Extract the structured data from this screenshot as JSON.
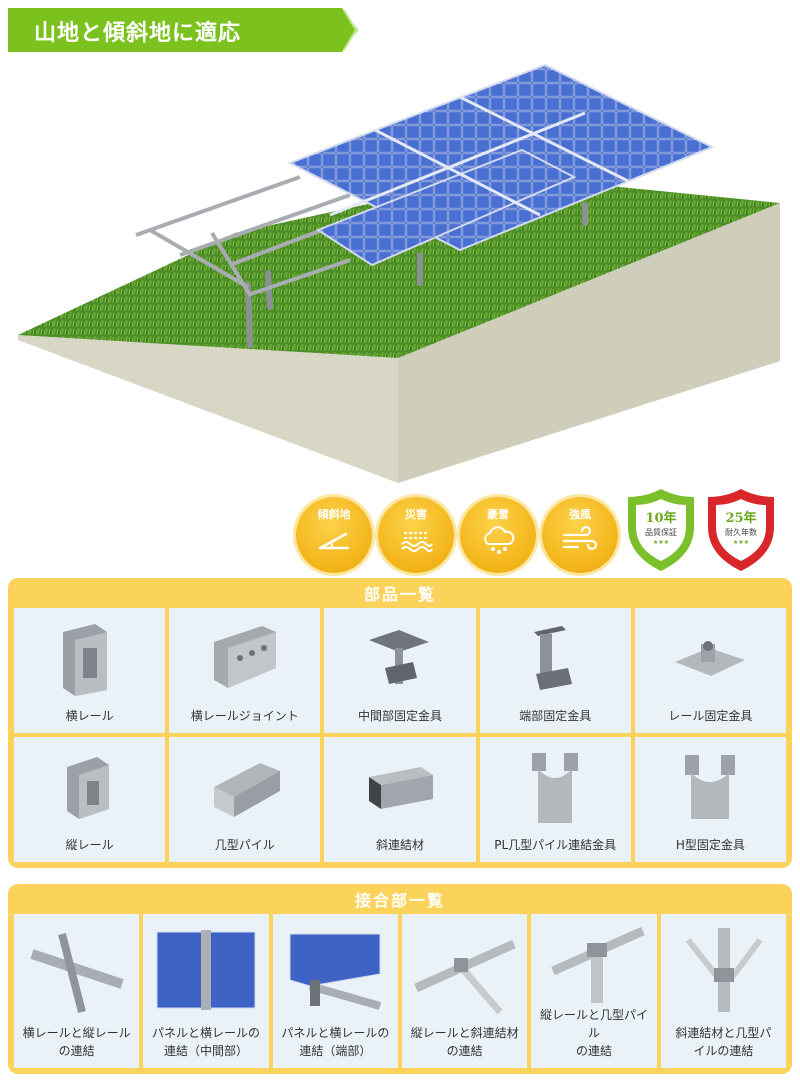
{
  "title": "山地と傾斜地に適応",
  "features": [
    {
      "label": "傾斜地",
      "icon": "slope-angle-icon"
    },
    {
      "label": "災害",
      "icon": "flood-icon"
    },
    {
      "label": "豪雪",
      "icon": "snow-cloud-icon"
    },
    {
      "label": "強風",
      "icon": "wind-icon"
    }
  ],
  "badges": [
    {
      "top": "10年",
      "middle": "品質保証",
      "stars": "★★★",
      "color": "#7bbf2a"
    },
    {
      "top": "25年",
      "middle": "耐久年数",
      "stars": "★★★",
      "color": "#d9262a"
    }
  ],
  "parts": {
    "title": "部品一覧",
    "items": [
      {
        "label": "横レール"
      },
      {
        "label": "横レールジョイント"
      },
      {
        "label": "中間部固定金具"
      },
      {
        "label": "端部固定金具"
      },
      {
        "label": "レール固定金具"
      },
      {
        "label": "縦レール"
      },
      {
        "label": "几型パイル"
      },
      {
        "label": "斜連結材"
      },
      {
        "label": "PL几型パイル連結金具"
      },
      {
        "label": "H型固定金具"
      }
    ]
  },
  "joints": {
    "title": "接合部一覧",
    "items": [
      {
        "line1": "横レールと縦レール",
        "line2": "の連結"
      },
      {
        "line1": "パネルと横レールの",
        "line2": "連結（中間部）"
      },
      {
        "line1": "パネルと横レールの",
        "line2": "連結（端部）"
      },
      {
        "line1": "縦レールと斜連結材",
        "line2": "の連結"
      },
      {
        "line1": "縦レールと几型パイル",
        "line2": "の連結"
      },
      {
        "line1": "斜連結材と几型パ",
        "line2": "イルの連結"
      }
    ]
  },
  "colors": {
    "accent_green": "#7cc21e",
    "panel_yellow": "#fcd35a",
    "feature_yellow": "#f3b418"
  }
}
